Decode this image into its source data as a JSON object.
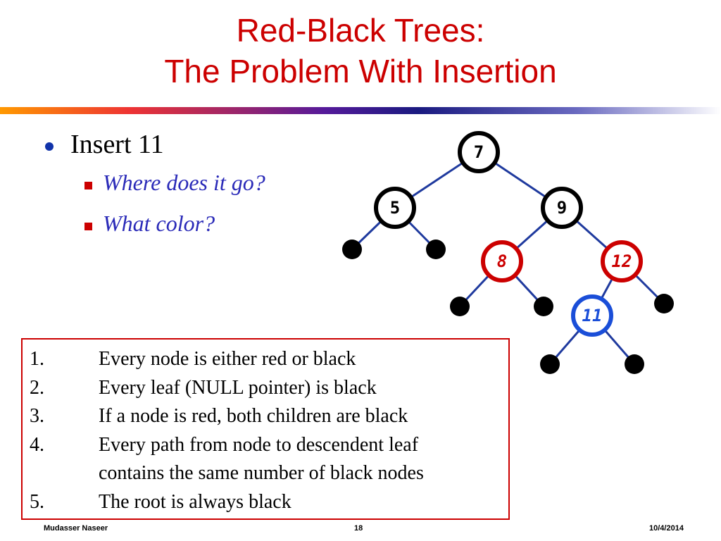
{
  "title": {
    "line1": "Red-Black Trees:",
    "line2": "The Problem With Insertion"
  },
  "bullets": {
    "main": "Insert 11",
    "sub": [
      "Where does it go?",
      "What color?"
    ]
  },
  "colors": {
    "title": "#cc0000",
    "red_node": "#cc0000",
    "blue_node": "#1a4ed8",
    "black_node": "#000000",
    "edge": "#1f3a9e",
    "bullet_text": "#2a2ab8"
  },
  "tree": {
    "nodes": [
      {
        "key": "7",
        "color": "black"
      },
      {
        "key": "5",
        "color": "black"
      },
      {
        "key": "9",
        "color": "black"
      },
      {
        "key": "8",
        "color": "red"
      },
      {
        "key": "12",
        "color": "red"
      },
      {
        "key": "11",
        "color": "blue"
      }
    ]
  },
  "rules": [
    {
      "num": "1.",
      "text": "Every node is either red or black"
    },
    {
      "num": "2.",
      "text": "Every leaf (NULL pointer) is black"
    },
    {
      "num": "3.",
      "text": "If a node is red, both children are black"
    },
    {
      "num": "4.",
      "text": "Every path from node to descendent leaf",
      "cont": "contains the same number of black nodes"
    },
    {
      "num": "5.",
      "text": "The root is always black"
    }
  ],
  "footer": {
    "author": "Mudasser Naseer",
    "page": "18",
    "date": "10/4/2014"
  }
}
